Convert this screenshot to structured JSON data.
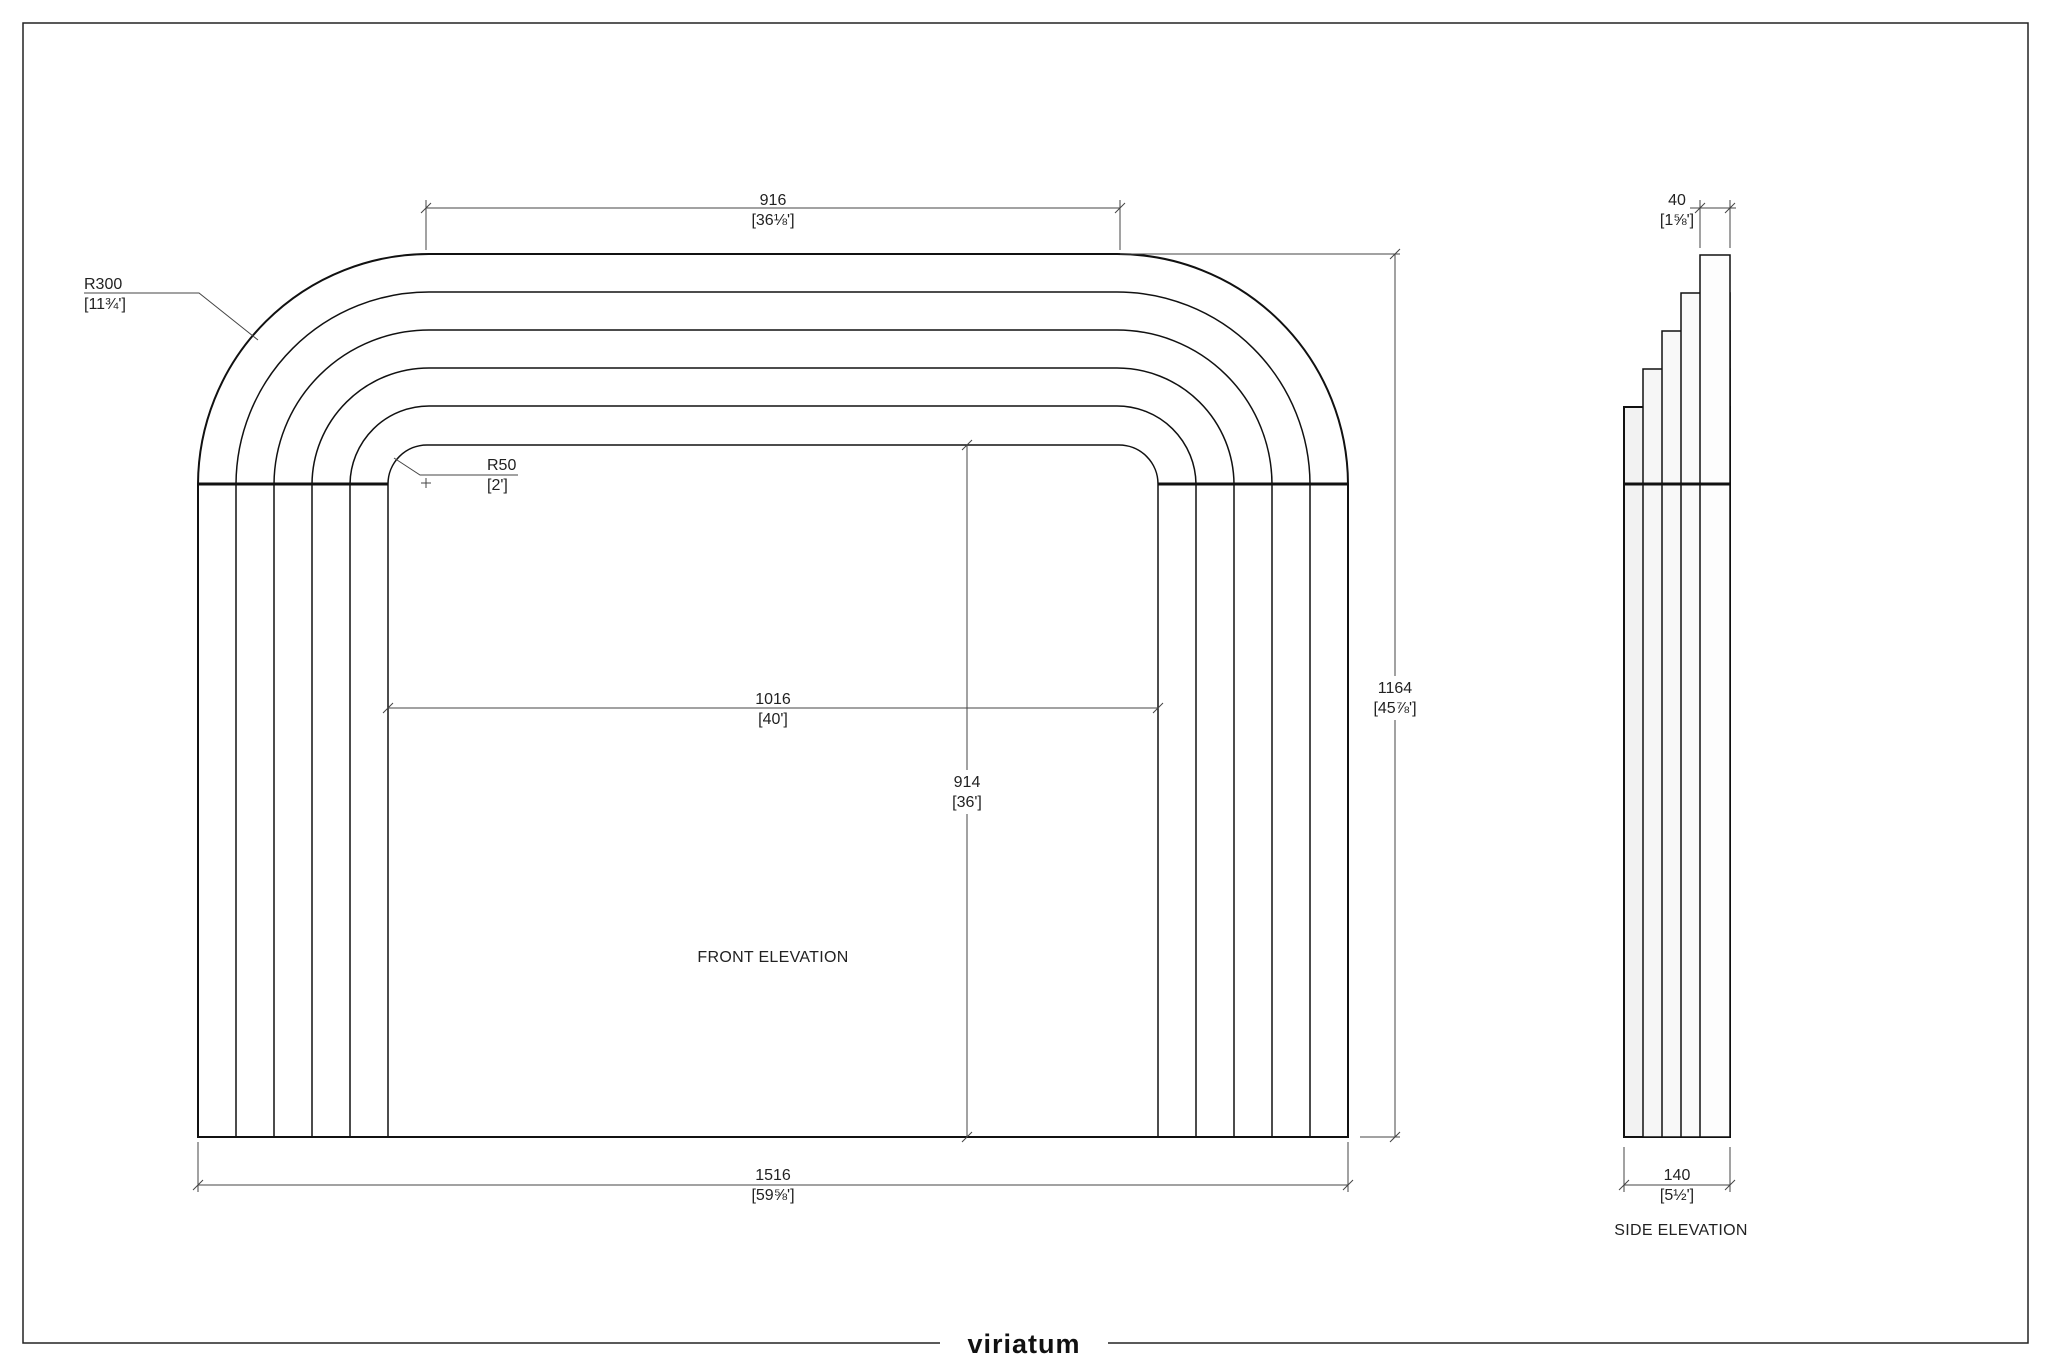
{
  "brand": "viriatum",
  "views": {
    "front": "FRONT ELEVATION",
    "side": "SIDE ELEVATION"
  },
  "dimensions": {
    "top_width": {
      "mm": "916",
      "in": "[36⅛']"
    },
    "corner_radius": {
      "mm": "R300",
      "in": "[11¾']"
    },
    "inner_radius": {
      "mm": "R50",
      "in": "[2']"
    },
    "inner_width": {
      "mm": "1016",
      "in": "[40']"
    },
    "inner_height": {
      "mm": "914",
      "in": "[36']"
    },
    "total_height": {
      "mm": "1164",
      "in": "[45⅞']"
    },
    "total_width": {
      "mm": "1516",
      "in": "[59⅝']"
    },
    "side_thickness": {
      "mm": "40",
      "in": "[1⅝']"
    },
    "side_depth": {
      "mm": "140",
      "in": "[5½']"
    }
  }
}
